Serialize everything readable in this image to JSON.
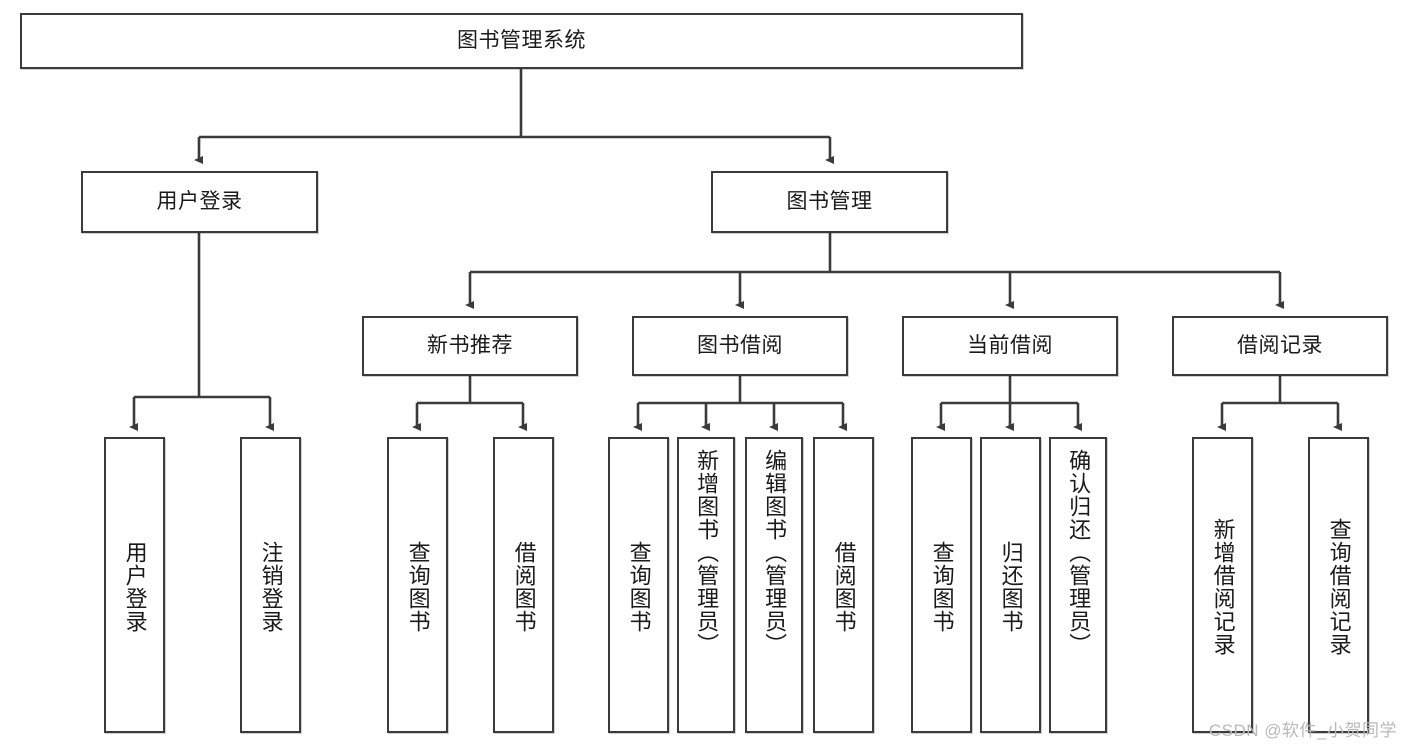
{
  "diagram": {
    "title": "图书管理系统",
    "type": "hierarchy-tree",
    "watermark": "CSDN @软件_小贺同学",
    "colors": {
      "stroke": "#3b3b3b",
      "fill": "#ffffff",
      "text": "#1a1a1a",
      "watermark": "#b9b9b9"
    },
    "root": {
      "label": "图书管理系统"
    },
    "level2": [
      {
        "label": "用户登录"
      },
      {
        "label": "图书管理"
      }
    ],
    "level3": [
      {
        "label": "新书推荐"
      },
      {
        "label": "图书借阅"
      },
      {
        "label": "当前借阅"
      },
      {
        "label": "借阅记录"
      }
    ],
    "leaves": {
      "user_login": [
        {
          "label": "用户登录"
        },
        {
          "label": "注销登录"
        }
      ],
      "new_book_recommend": [
        {
          "label": "查询图书"
        },
        {
          "label": "借阅图书"
        }
      ],
      "book_borrow": [
        {
          "label": "查询图书"
        },
        {
          "label": "新增图书（管理员）"
        },
        {
          "label": "编辑图书（管理员）"
        },
        {
          "label": "借阅图书"
        }
      ],
      "current_borrow": [
        {
          "label": "查询图书"
        },
        {
          "label": "归还图书"
        },
        {
          "label": "确认归还（管理员）"
        }
      ],
      "borrow_record": [
        {
          "label": "新增借阅记录"
        },
        {
          "label": "查询借阅记录"
        }
      ]
    }
  }
}
